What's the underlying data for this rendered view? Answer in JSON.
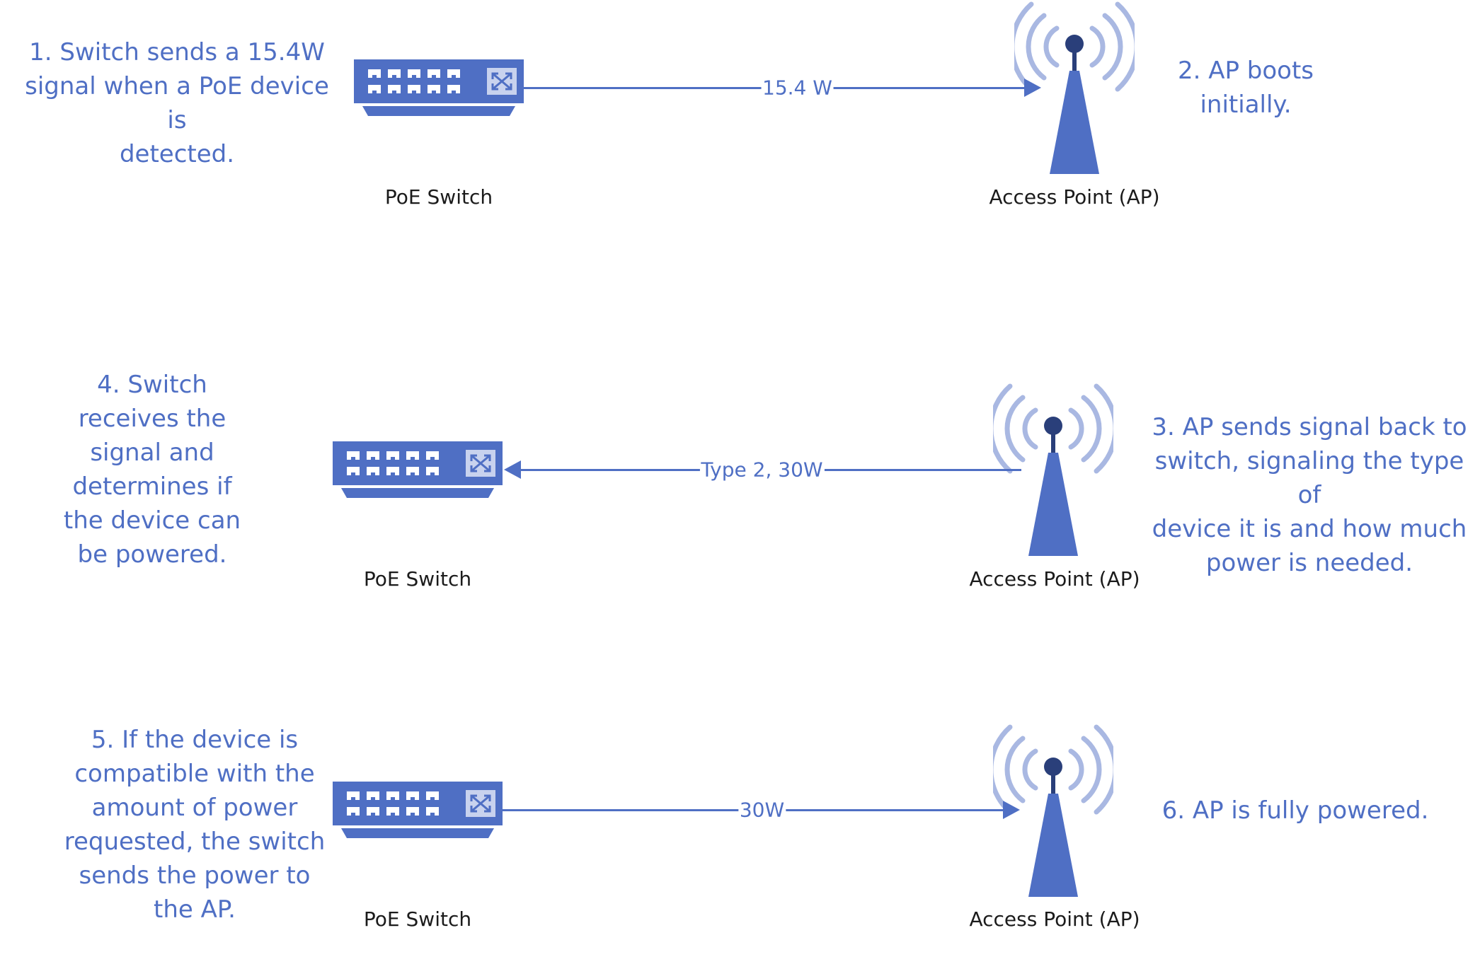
{
  "colors": {
    "accent": "#4f6fc4",
    "signal_arc": "#a9b8e2",
    "text": "#1b1b1b"
  },
  "rows": [
    {
      "step_left": "1. Switch sends a 15.4W\nsignal when a PoE device is\ndetected.",
      "switch_label": "PoE Switch",
      "wire_label": "15.4 W",
      "wire_direction": "to-ap",
      "ap_label": "Access Point (AP)",
      "step_right": "2. AP boots\ninitially.",
      "switch_icon": "network-switch-icon",
      "ap_icon": "wireless-access-point-icon"
    },
    {
      "step_left": "4. Switch\nreceives the\nsignal and\ndetermines if\nthe device can\nbe powered.",
      "switch_label": "PoE Switch",
      "wire_label": "Type 2, 30W",
      "wire_direction": "to-switch",
      "ap_label": "Access Point (AP)",
      "step_right": "3. AP sends signal back to\nswitch, signaling the type of\ndevice it is and how much\npower is needed.",
      "switch_icon": "network-switch-icon",
      "ap_icon": "wireless-access-point-icon"
    },
    {
      "step_left": "5. If the device is\ncompatible with the\namount of power\nrequested, the switch\nsends the power to\nthe AP.",
      "switch_label": "PoE Switch",
      "wire_label": "30W",
      "wire_direction": "to-ap",
      "ap_label": "Access Point (AP)",
      "step_right": "6. AP is  fully powered.",
      "switch_icon": "network-switch-icon",
      "ap_icon": "wireless-access-point-icon"
    }
  ]
}
